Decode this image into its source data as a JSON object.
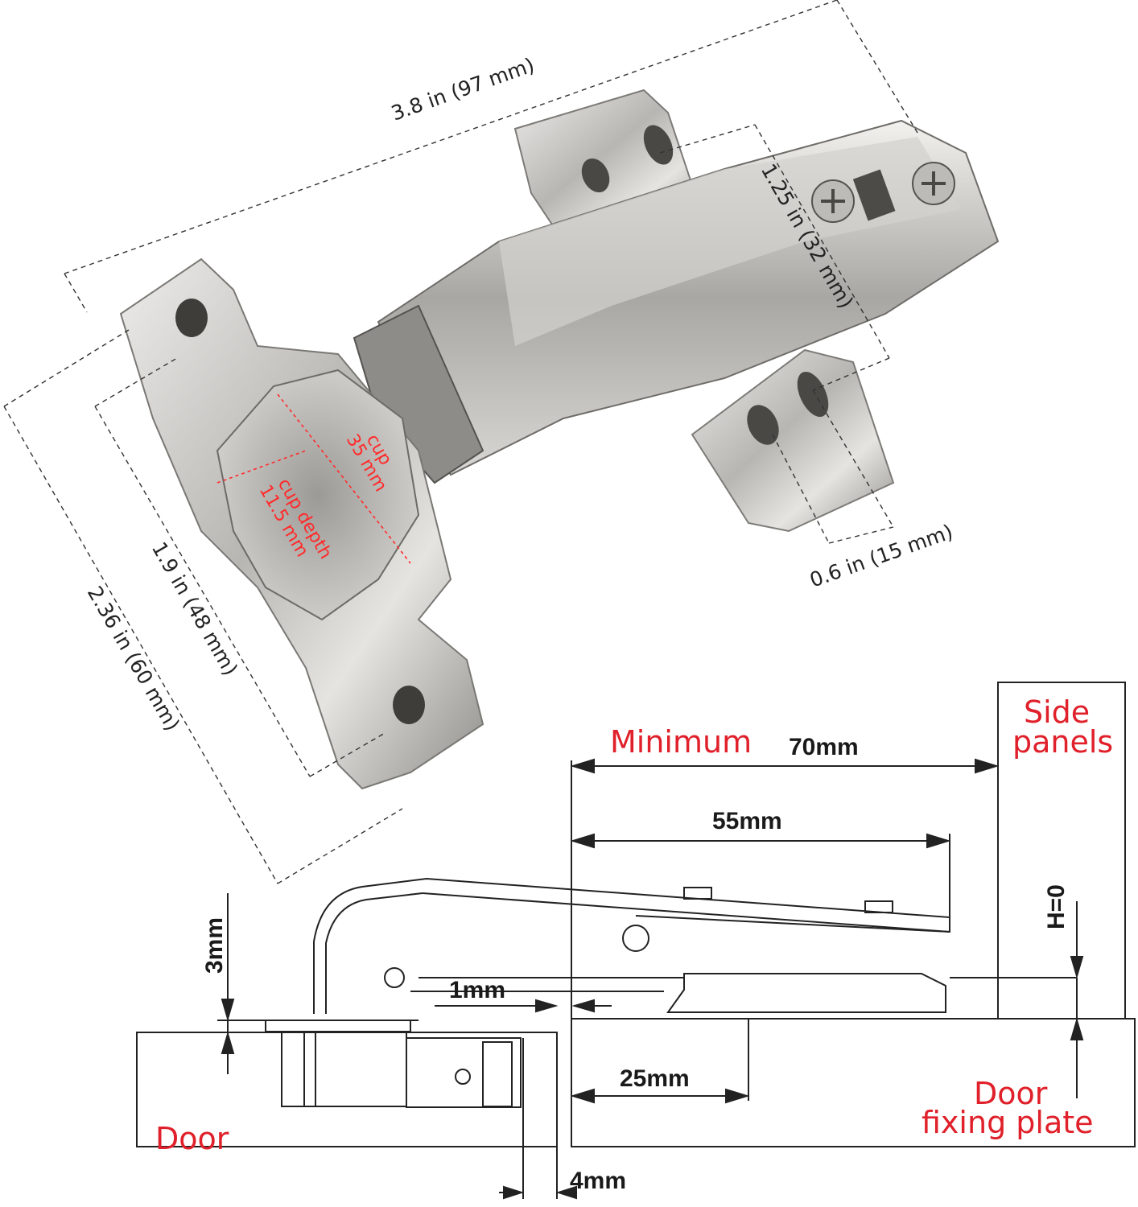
{
  "photo": {
    "dims": {
      "length": "3.8 in (97 mm)",
      "plate_width": "1.25 in (32 mm)",
      "hole_spacing": "0.6 in (15 mm)",
      "height_outer": "2.36 in (60 mm)",
      "height_inner": "1.9 in (48 mm)"
    },
    "cup": {
      "cup_line1": "cup",
      "cup_line2": "35 mm",
      "depth_line1": "cup depth",
      "depth_line2": "11.5 mm"
    }
  },
  "drawing": {
    "minimum_label": "Minimum",
    "minimum_value": "70mm",
    "d55": "55mm",
    "d25": "25mm",
    "d1": "1mm",
    "d3": "3mm",
    "d4": "4mm",
    "h0": "H=0",
    "side_panels_1": "Side",
    "side_panels_2": "panels",
    "door": "Door",
    "fixing_plate_1": "Door",
    "fixing_plate_2": "fixing plate"
  },
  "colors": {
    "label_red": "#e0202a",
    "metal": "#c9c7c3"
  }
}
